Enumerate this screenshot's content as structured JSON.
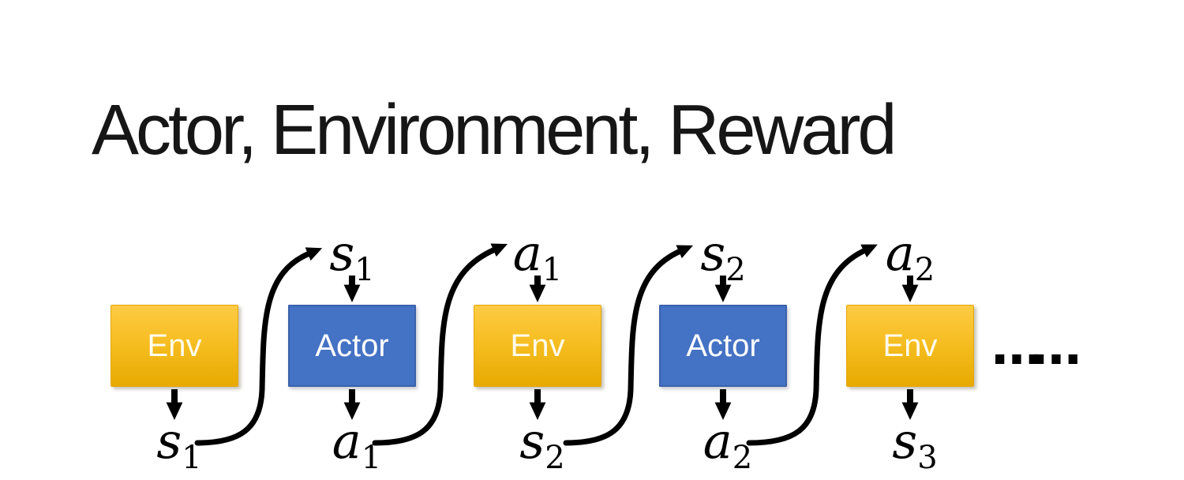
{
  "slide": {
    "title": "Actor, Environment, Reward",
    "ellipsis": "……"
  },
  "diagram": {
    "boxes": [
      {
        "id": "env-1",
        "kind": "env",
        "label": "Env"
      },
      {
        "id": "actor-1",
        "kind": "actor",
        "label": "Actor"
      },
      {
        "id": "env-2",
        "kind": "env",
        "label": "Env"
      },
      {
        "id": "actor-2",
        "kind": "actor",
        "label": "Actor"
      },
      {
        "id": "env-3",
        "kind": "env",
        "label": "Env"
      }
    ],
    "top_labels": [
      {
        "base": "s",
        "sub": "1"
      },
      {
        "base": "a",
        "sub": "1"
      },
      {
        "base": "s",
        "sub": "2"
      },
      {
        "base": "a",
        "sub": "2"
      }
    ],
    "bottom_labels": [
      {
        "base": "s",
        "sub": "1"
      },
      {
        "base": "a",
        "sub": "1"
      },
      {
        "base": "s",
        "sub": "2"
      },
      {
        "base": "a",
        "sub": "2"
      },
      {
        "base": "s",
        "sub": "3"
      }
    ],
    "colors": {
      "env_gradient_top": "#FECB44",
      "env_gradient_bottom": "#E8AA01",
      "env_border": "#E2A70B",
      "actor_fill": "#4472C4",
      "actor_border": "#3A62AC",
      "box_text": "#FFFFFF",
      "arrow": "#000000",
      "title_text": "#161616"
    }
  }
}
